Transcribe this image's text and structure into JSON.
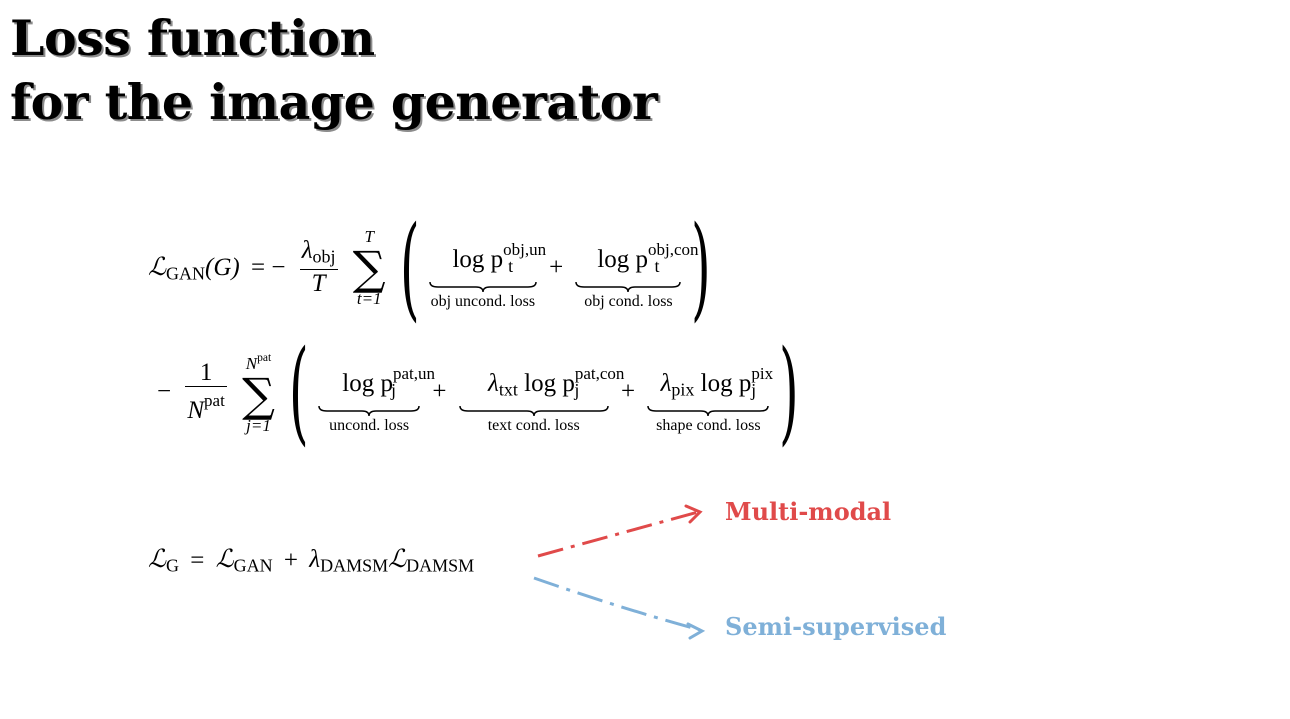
{
  "slide": {
    "title_line1": "Loss function",
    "title_line2": "for the image generator"
  },
  "equation1": {
    "lhs_symbol": "ℒ",
    "lhs_sub": "GAN",
    "lhs_arg": "(G)",
    "equals": "= −",
    "row1": {
      "frac_num": "λ",
      "frac_num_sub": "obj",
      "frac_den": "T",
      "sum_upper": "T",
      "sum_lower": "t=1",
      "term1": "log p",
      "term1_sub": "t",
      "term1_sup": "obj,un",
      "term1_label": "obj uncond. loss",
      "plus": "+",
      "term2": "log p",
      "term2_sub": "t",
      "term2_sup": "obj,con",
      "term2_label": "obj cond. loss"
    },
    "row2": {
      "minus": "−",
      "frac_num": "1",
      "frac_den": "N",
      "frac_den_sup": "pat",
      "sum_upper": "N",
      "sum_upper_sup": "pat",
      "sum_lower": "j=1",
      "term1": "log p",
      "term1_sub": "j",
      "term1_sup": "pat,un",
      "term1_label": "uncond. loss",
      "plus1": "+",
      "term2_lambda": "λ",
      "term2_lambda_sub": "txt",
      "term2": "log p",
      "term2_sub": "j",
      "term2_sup": "pat,con",
      "term2_label": "text cond. loss",
      "plus2": "+",
      "term3_lambda": "λ",
      "term3_lambda_sub": "pix",
      "term3": "log p",
      "term3_sub": "j",
      "term3_sup": "pix",
      "term3_label": "shape cond. loss"
    }
  },
  "equation2": {
    "lhs_symbol": "ℒ",
    "lhs_sub": "G",
    "equals": "=",
    "t1_symbol": "ℒ",
    "t1_sub": "GAN",
    "plus": "+",
    "lambda": "λ",
    "lambda_sub": "DAMSM",
    "t2_symbol": "ℒ",
    "t2_sub": "DAMSM"
  },
  "callouts": {
    "multimodal": "Multi-modal",
    "semisupervised": "Semi-supervised"
  },
  "colors": {
    "multimodal": "#e04a4a",
    "semisupervised": "#7fb0d8"
  }
}
